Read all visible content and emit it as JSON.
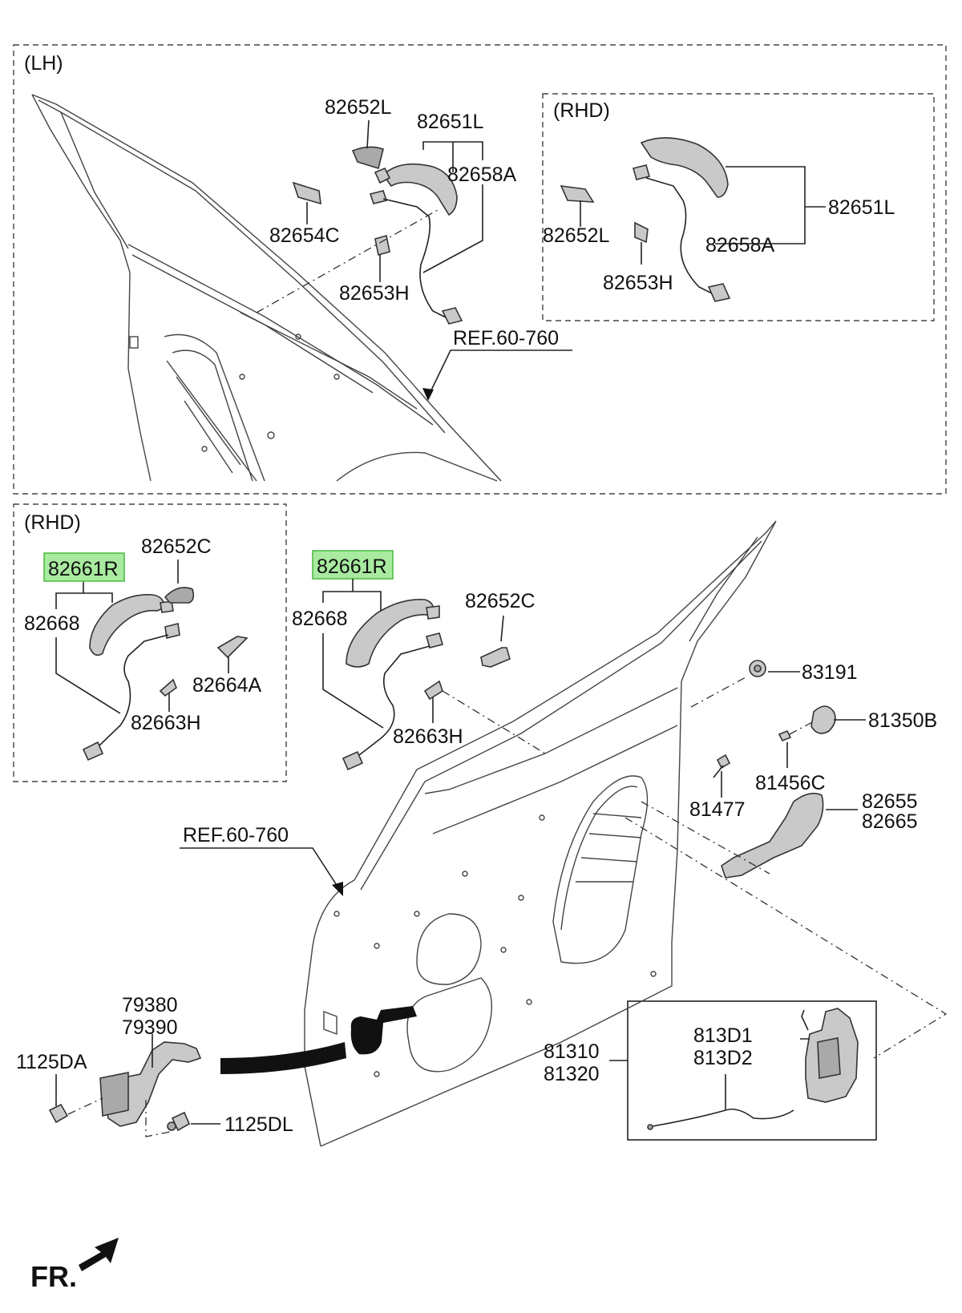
{
  "sections": {
    "lh": "(LH)",
    "rhd_top": "(RHD)",
    "rhd_bottom": "(RHD)"
  },
  "labels": {
    "p82652L_a": "82652L",
    "p82651L_a": "82651L",
    "p82658A_a": "82658A",
    "p82654C": "82654C",
    "p82653H_a": "82653H",
    "ref_top": "REF.60-760",
    "p82652L_b": "82652L",
    "p82651L_b": "82651L",
    "p82658A_b": "82658A",
    "p82653H_b": "82653H",
    "p82661R_a": "82661R",
    "p82652C_a": "82652C",
    "p82668_a": "82668",
    "p82664A": "82664A",
    "p82663H_a": "82663H",
    "p82661R_b": "82661R",
    "p82668_b": "82668",
    "p82652C_b": "82652C",
    "p82663H_b": "82663H",
    "p83191": "83191",
    "p81350B": "81350B",
    "p81456C": "81456C",
    "p81477": "81477",
    "p82655": "82655",
    "p82665": "82665",
    "ref_bottom": "REF.60-760",
    "p79380": "79380",
    "p79390": "79390",
    "p1125DA": "1125DA",
    "p1125DL": "1125DL",
    "p81310": "81310",
    "p81320": "81320",
    "p813D1": "813D1",
    "p813D2": "813D2",
    "fr": "FR."
  },
  "highlight_color": "#a8ea9f"
}
